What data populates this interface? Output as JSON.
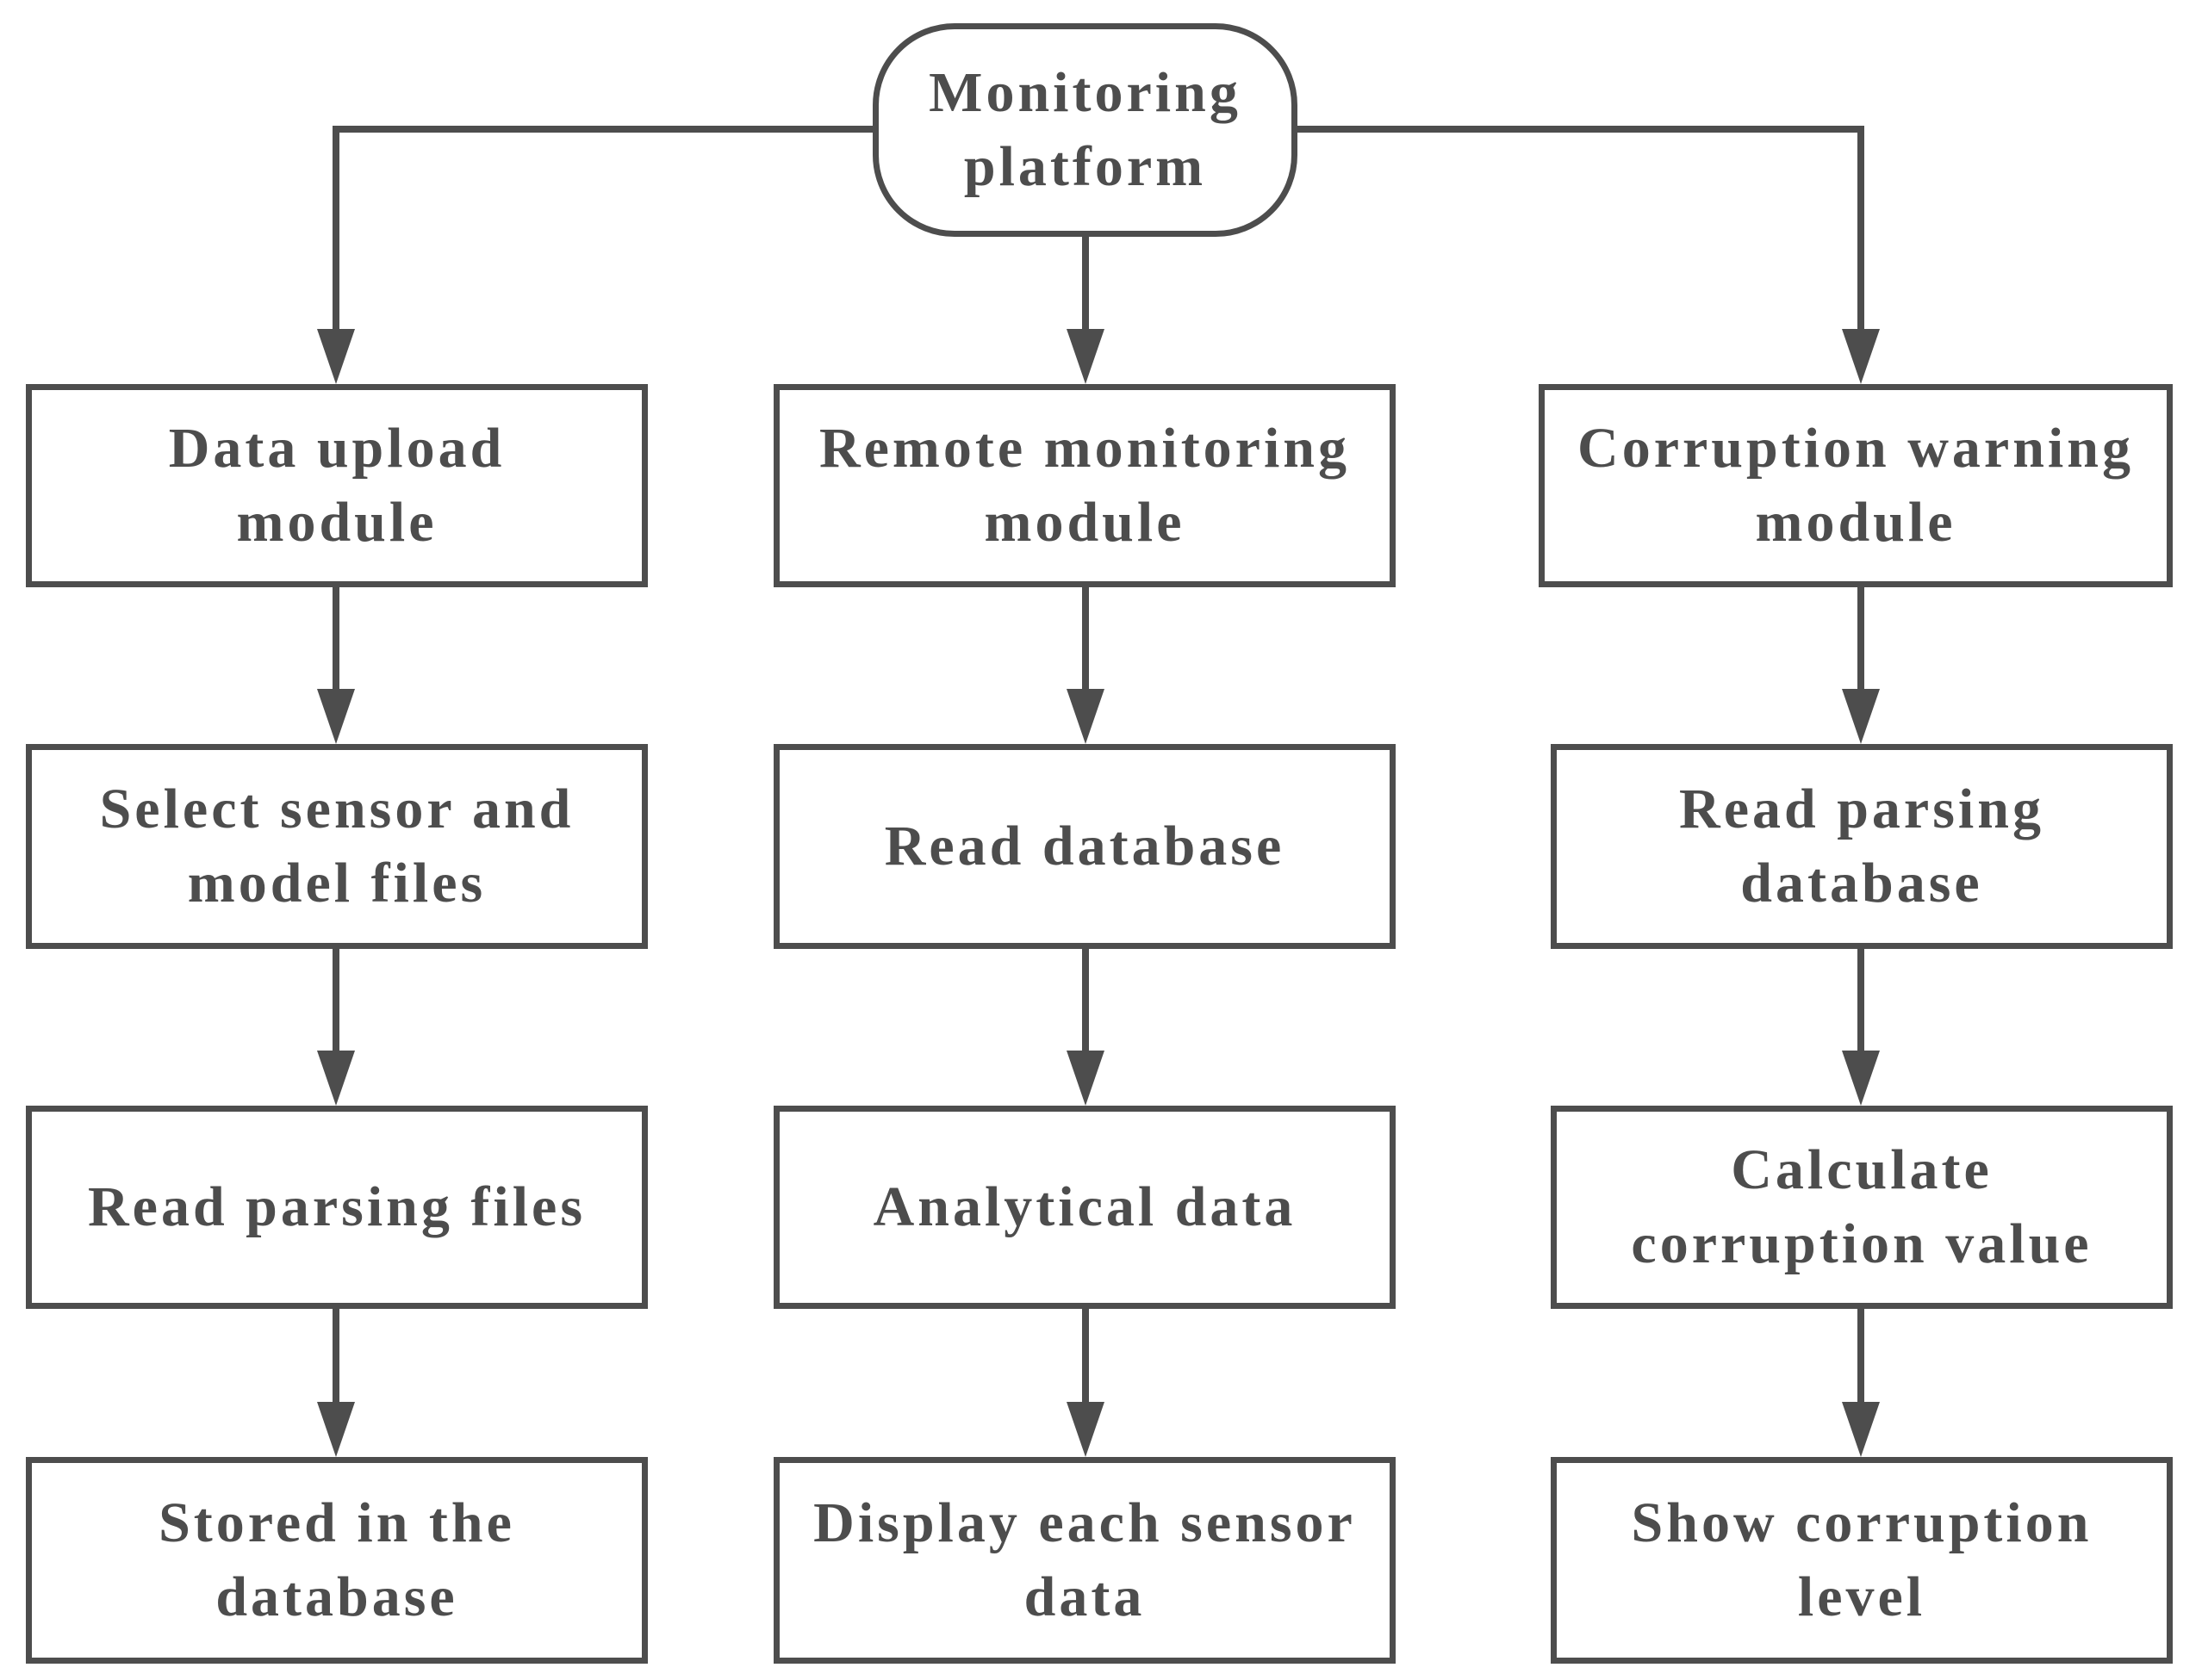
{
  "diagram": {
    "root": {
      "label": "Monitoring\nplatform"
    },
    "columns": [
      {
        "module": "Data upload\nmodule",
        "steps": [
          "Select sensor and\nmodel files",
          "Read parsing  files",
          "Stored in the\ndatabase"
        ]
      },
      {
        "module": "Remote monitoring\nmodule",
        "steps": [
          "Read database",
          "Analytical data",
          "Display each sensor\ndata"
        ]
      },
      {
        "module": "Corruption warning\nmodule",
        "steps": [
          "Read parsing\ndatabase",
          "Calculate\ncorruption value",
          "Show corruption\nlevel"
        ]
      }
    ],
    "colors": {
      "stroke": "#4d4d4d",
      "text": "#4d4d4d",
      "background": "#ffffff"
    }
  }
}
